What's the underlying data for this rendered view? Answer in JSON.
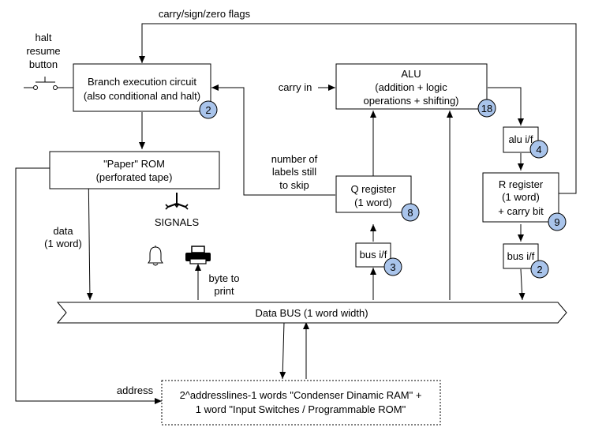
{
  "blocks": {
    "branch": {
      "line1": "Branch execution circuit",
      "line2": "(also conditional and halt)",
      "badge": "2"
    },
    "alu": {
      "line1": "ALU",
      "line2": "(addition + logic",
      "line3": "operations + shifting)",
      "badge": "18"
    },
    "rom": {
      "line1": "\"Paper\" ROM",
      "line2": "(perforated tape)"
    },
    "alu_if": {
      "label": "alu i/f",
      "badge": "4"
    },
    "q_register": {
      "line1": "Q register",
      "line2": "(1 word)",
      "badge": "8"
    },
    "r_register": {
      "line1": "R register",
      "line2": "(1 word)",
      "line3": "+ carry bit",
      "badge": "9"
    },
    "q_bus_if": {
      "label": "bus i/f",
      "badge": "3"
    },
    "r_bus_if": {
      "label": "bus i/f",
      "badge": "2"
    },
    "data_bus": {
      "label": "Data BUS (1 word width)"
    },
    "ram": {
      "line1": "2^addresslines-1 words \"Condenser Dinamic RAM\" +",
      "line2": "1 word \"Input Switches / Programmable ROM\""
    }
  },
  "labels": {
    "flags": "carry/sign/zero flags",
    "halt": "halt",
    "resume": "resume",
    "button": "button",
    "carry_in": "carry in",
    "labels_skip_1": "number of",
    "labels_skip_2": "labels still",
    "labels_skip_3": "to skip",
    "signals": "SIGNALS",
    "data_1": "data",
    "data_2": "(1 word)",
    "byte_1": "byte to",
    "byte_2": "print",
    "address": "address"
  },
  "colors": {
    "badge_fill": "#a9c4eb",
    "stroke": "#000000"
  },
  "icons": [
    "push-button-icon",
    "signals-icon",
    "bell-icon",
    "printer-icon"
  ]
}
